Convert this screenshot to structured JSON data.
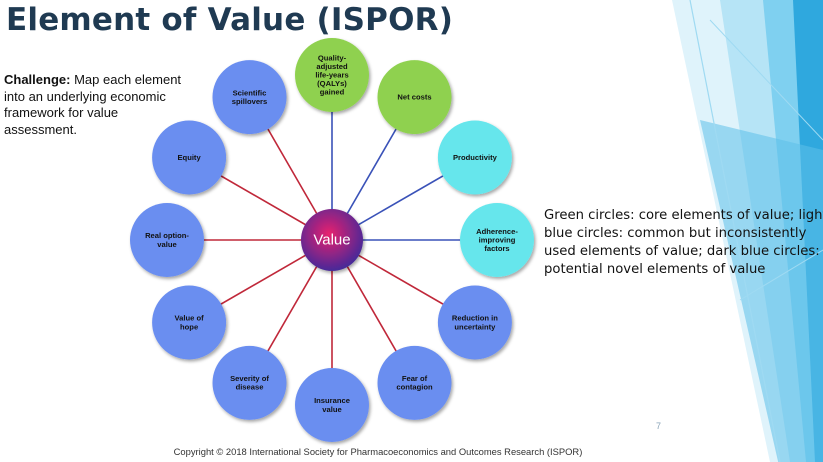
{
  "title": "Element of Value (ISPOR)",
  "challenge": {
    "label": "Challenge:",
    "text": " Map each element into an underlying economic framework for value assessment."
  },
  "legend": "Green circles: core elements of value; light blue circles: common but inconsistently used elements of value; dark blue circles: potential novel elements of value",
  "copyright": "Copyright © 2018 International Society for Pharmacoeconomics and Outcomes Research (ISPOR)",
  "page_number": "7",
  "colors": {
    "title": "#1f3a52",
    "green_node": "#8fd14f",
    "light_blue_node": "#66e6ec",
    "dark_blue_node": "#6b8ef0",
    "center_from": "#e8206e",
    "center_to": "#3a2a9c",
    "spoke_core": "#3a52b8",
    "spoke_other": "#c0283a",
    "accent_panel": "#4fc3e8"
  },
  "diagram": {
    "center_label": "Value",
    "nodes": [
      {
        "lines": [
          "Quality-",
          "adjusted",
          "life-years",
          "(QALYs)",
          "gained"
        ],
        "category": "green"
      },
      {
        "lines": [
          "Net costs"
        ],
        "category": "green"
      },
      {
        "lines": [
          "Productivity"
        ],
        "category": "light_blue"
      },
      {
        "lines": [
          "Adherence-",
          "improving",
          "factors"
        ],
        "category": "light_blue"
      },
      {
        "lines": [
          "Reduction in",
          "uncertainty"
        ],
        "category": "dark_blue"
      },
      {
        "lines": [
          "Fear of",
          "contagion"
        ],
        "category": "dark_blue"
      },
      {
        "lines": [
          "Insurance",
          "value"
        ],
        "category": "dark_blue"
      },
      {
        "lines": [
          "Severity of",
          "disease"
        ],
        "category": "dark_blue"
      },
      {
        "lines": [
          "Value of",
          "hope"
        ],
        "category": "dark_blue"
      },
      {
        "lines": [
          "Real option-",
          "value"
        ],
        "category": "dark_blue"
      },
      {
        "lines": [
          "Equity"
        ],
        "category": "dark_blue"
      },
      {
        "lines": [
          "Scientific",
          "spillovers"
        ],
        "category": "dark_blue"
      }
    ]
  }
}
